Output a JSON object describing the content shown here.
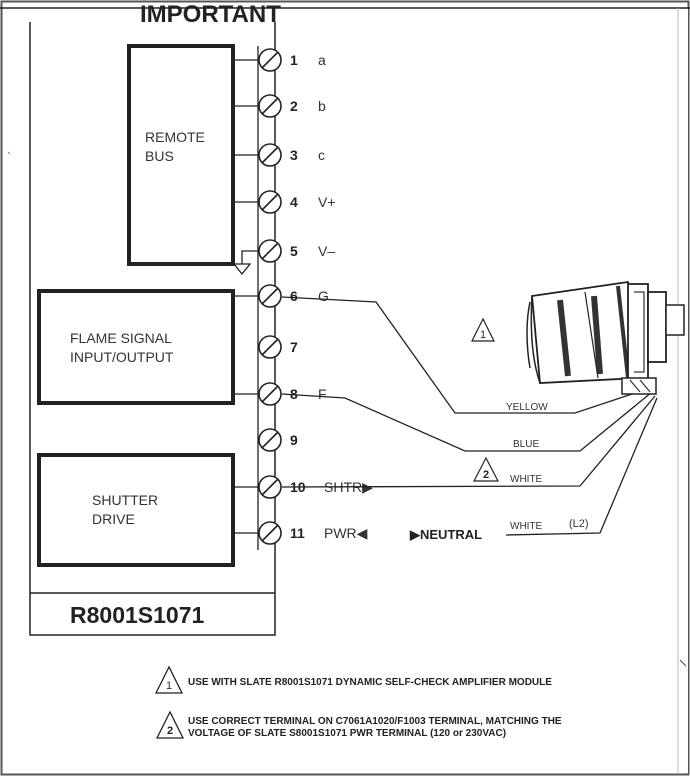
{
  "header": {
    "title": "IMPORTANT"
  },
  "modules": [
    {
      "lines": [
        "REMOTE",
        "BUS"
      ]
    },
    {
      "lines": [
        "FLAME SIGNAL",
        "INPUT/OUTPUT"
      ]
    },
    {
      "lines": [
        "SHUTTER",
        "DRIVE"
      ]
    }
  ],
  "terminals": [
    {
      "number": "1",
      "label": "a"
    },
    {
      "number": "2",
      "label": "b"
    },
    {
      "number": "3",
      "label": "c"
    },
    {
      "number": "4",
      "label": "V+"
    },
    {
      "number": "5",
      "label": "V–"
    },
    {
      "number": "6",
      "label": "G"
    },
    {
      "number": "7",
      "label": ""
    },
    {
      "number": "8",
      "label": "F"
    },
    {
      "number": "9",
      "label": ""
    },
    {
      "number": "10",
      "label": "SHTR▶"
    },
    {
      "number": "11",
      "label": "PWR◀"
    }
  ],
  "model": "R8001S1071",
  "wires": {
    "yellow": "YELLOW",
    "blue": "BLUE",
    "white": "WHITE",
    "white_l2": "WHITE",
    "l2": "(L2)",
    "neutral": "▶NEUTRAL"
  },
  "warning_marks": {
    "one": "1",
    "two": "2"
  },
  "notes": {
    "note1": "USE WITH SLATE R8001S1071 DYNAMIC SELF-CHECK AMPLIFIER MODULE",
    "note2_line1": "USE CORRECT TERMINAL ON C7061A1020/F1003 TERMINAL, MATCHING THE",
    "note2_line2": "VOLTAGE OF SLATE S8001S1071 PWR TERMINAL (120 or 230VAC)"
  },
  "colors": {
    "line": "#222222",
    "background": "#ffffff",
    "frame": "#555555"
  }
}
